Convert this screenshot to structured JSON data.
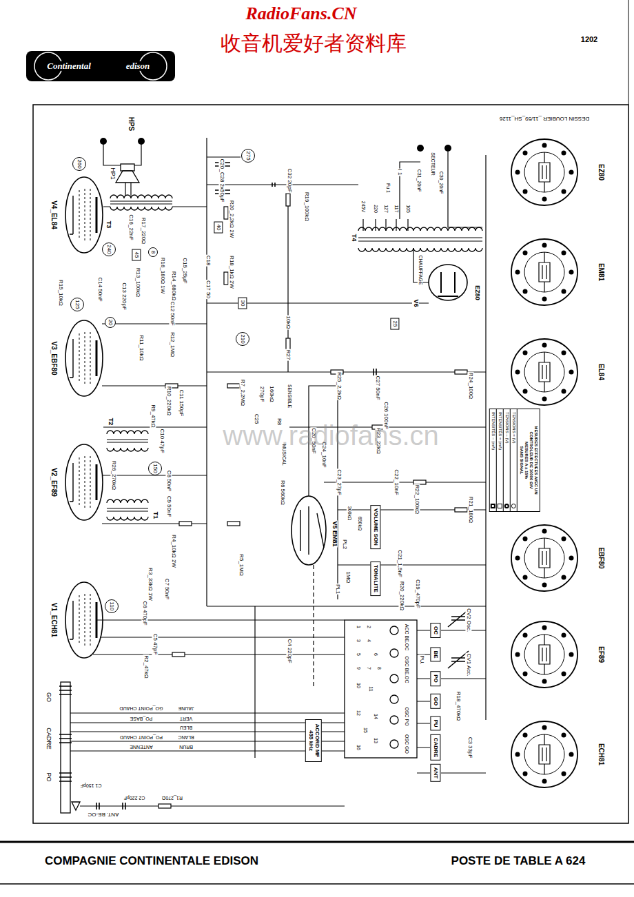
{
  "diagram": {
    "title": "POSTE DE TABLE A 624",
    "nodes": [
      {
        "text": [
          "260"
        ]
      },
      {
        "text": [
          "275"
        ]
      },
      {
        "text": [
          "40"
        ]
      },
      {
        "text": [
          "45"
        ]
      },
      {
        "text": [
          "240"
        ]
      },
      {
        "text": [
          "8"
        ]
      },
      {
        "text": [
          "30"
        ]
      },
      {
        "text": [
          "125"
        ]
      },
      {
        "text": [
          "20"
        ]
      },
      {
        "text": [
          "210"
        ]
      },
      {
        "text": [
          "25"
        ]
      },
      {
        "text": [
          "150"
        ]
      },
      {
        "text": [
          "110"
        ]
      },
      {
        "text": [
          "VOLUME SON"
        ]
      },
      {
        "text": [
          "TONALITE"
        ]
      },
      {
        "text": [
          "OC"
        ]
      },
      {
        "text": [
          "BE"
        ]
      },
      {
        "text": [
          "PO"
        ]
      },
      {
        "text": [
          "GO"
        ]
      },
      {
        "text": [
          "PU"
        ]
      },
      {
        "text": [
          "CADRE"
        ]
      },
      {
        "text": [
          "ANT"
        ]
      },
      {
        "text": [
          "ACCORD MF 455 kHz"
        ]
      },
      {
        "text": [
          "MESURES EFFECTUEES AVEC UN CONTROLEUR DE 10000 Ω/V",
          "MESURES A ± 15%",
          "SANS SIGNAL"
        ]
      }
    ],
    "labels": [
      "RadioFans.CN",
      "收音机爱好者资料库",
      "Continental",
      "edison",
      "1202",
      "COMPAGNIE CONTINENTALE EDISON",
      "www.radiofans.cn",
      "DESSIN LOUBIER _11/59_SH_1126",
      "HPS",
      "HP1",
      "T3",
      "C16_22nF",
      "R17_220Ω",
      "C20_C28 2x50µF",
      "C32 20pF",
      "R19_100kΩ",
      "R20_2,2kΩ 2W",
      "R18_1kΩ 2W",
      "C18",
      "C17 50",
      "R16_180Ω 1W",
      "R14_680kΩ",
      "C15_25µF",
      "R15_10kΩ",
      "C14 50nF",
      "C13 220pF",
      "R13_100kΩ",
      "V4_EL84",
      "C12 50nF",
      "R12_1MΩ",
      "R11_10kΩ",
      "10kΩ",
      "R27",
      "V3_EBF80",
      "T4",
      "245V",
      "220",
      "127",
      "117",
      "105",
      "Fu 1",
      "I 1",
      "C31_20nF",
      "C30_20nF",
      "SECTEUR",
      "CHAUFFAGE",
      "V6",
      "EZ80",
      "R25_2,2kΩ",
      "C27 50nF",
      "R24_100Ω",
      "C26 100nF",
      "R23_22kΩ",
      "C23_27pF",
      "C22_10nF",
      "R22_100kΩ",
      "R21_180Ω",
      "300kΩ",
      "650kΩ",
      "PL2",
      "C21_1,5nF",
      "1MΩ",
      "PL1",
      "R20_220kΩ",
      "C19_470pF",
      "PU.",
      "R10_220kΩ",
      "C11 150pF",
      "R9_47kΩ",
      "C10 47pF",
      "T2",
      "R7_2,2MΩ",
      "C25",
      "270pF",
      "160kΩ",
      "R8",
      "SENSIBLE",
      "MUSICAL",
      "C20_50nF",
      "C24_10nF",
      "V2_EF89",
      "R26_270kΩ",
      "C8 50nF",
      "R6 560kΩ",
      "V5 EM81",
      "C9 50nF",
      "T1",
      "R4_10kΩ 2W",
      "R5_1MΩ",
      "R3_33kΩ 1W",
      "C7 50nF",
      "V1_ECH81",
      "C6 470pF",
      "C5 47pF",
      "R2_47kΩ",
      "C4 220pF",
      "GO",
      "CADRE",
      "PO",
      "ANT. BE-OC",
      "GO_POINT CHAUD",
      "JAUNE",
      "PO_BASE",
      "VERT",
      "BLEU",
      "PO_POINT CHAUD",
      "BLANC",
      "ANTENNE",
      "BRUN",
      "C1 150pF",
      "C2 220pF",
      "R1_270Ω",
      "1",
      "2",
      "3",
      "4",
      "5",
      "6",
      "7",
      "8",
      "9",
      "10",
      "11",
      "12",
      "13",
      "14",
      "15",
      "16",
      "ACC BE.OC",
      "OSC BE.OC",
      "OSC PO",
      "OSC GO",
      "CV2 Osc.",
      "CV1 Acc.",
      "R18_470kΩ",
      "C3 33pF",
      "EZ80",
      "EM81",
      "EL84",
      "EBF80",
      "EF89",
      "ECH81"
    ],
    "legend": [
      {
        "text": "TENSIONS = (V)"
      },
      {
        "text": "TENSIONS ~ (V)"
      },
      {
        "text": "INTENSITÉS = (mA)"
      },
      {
        "text": "INTENSITÉS ~ (mA)"
      }
    ]
  }
}
